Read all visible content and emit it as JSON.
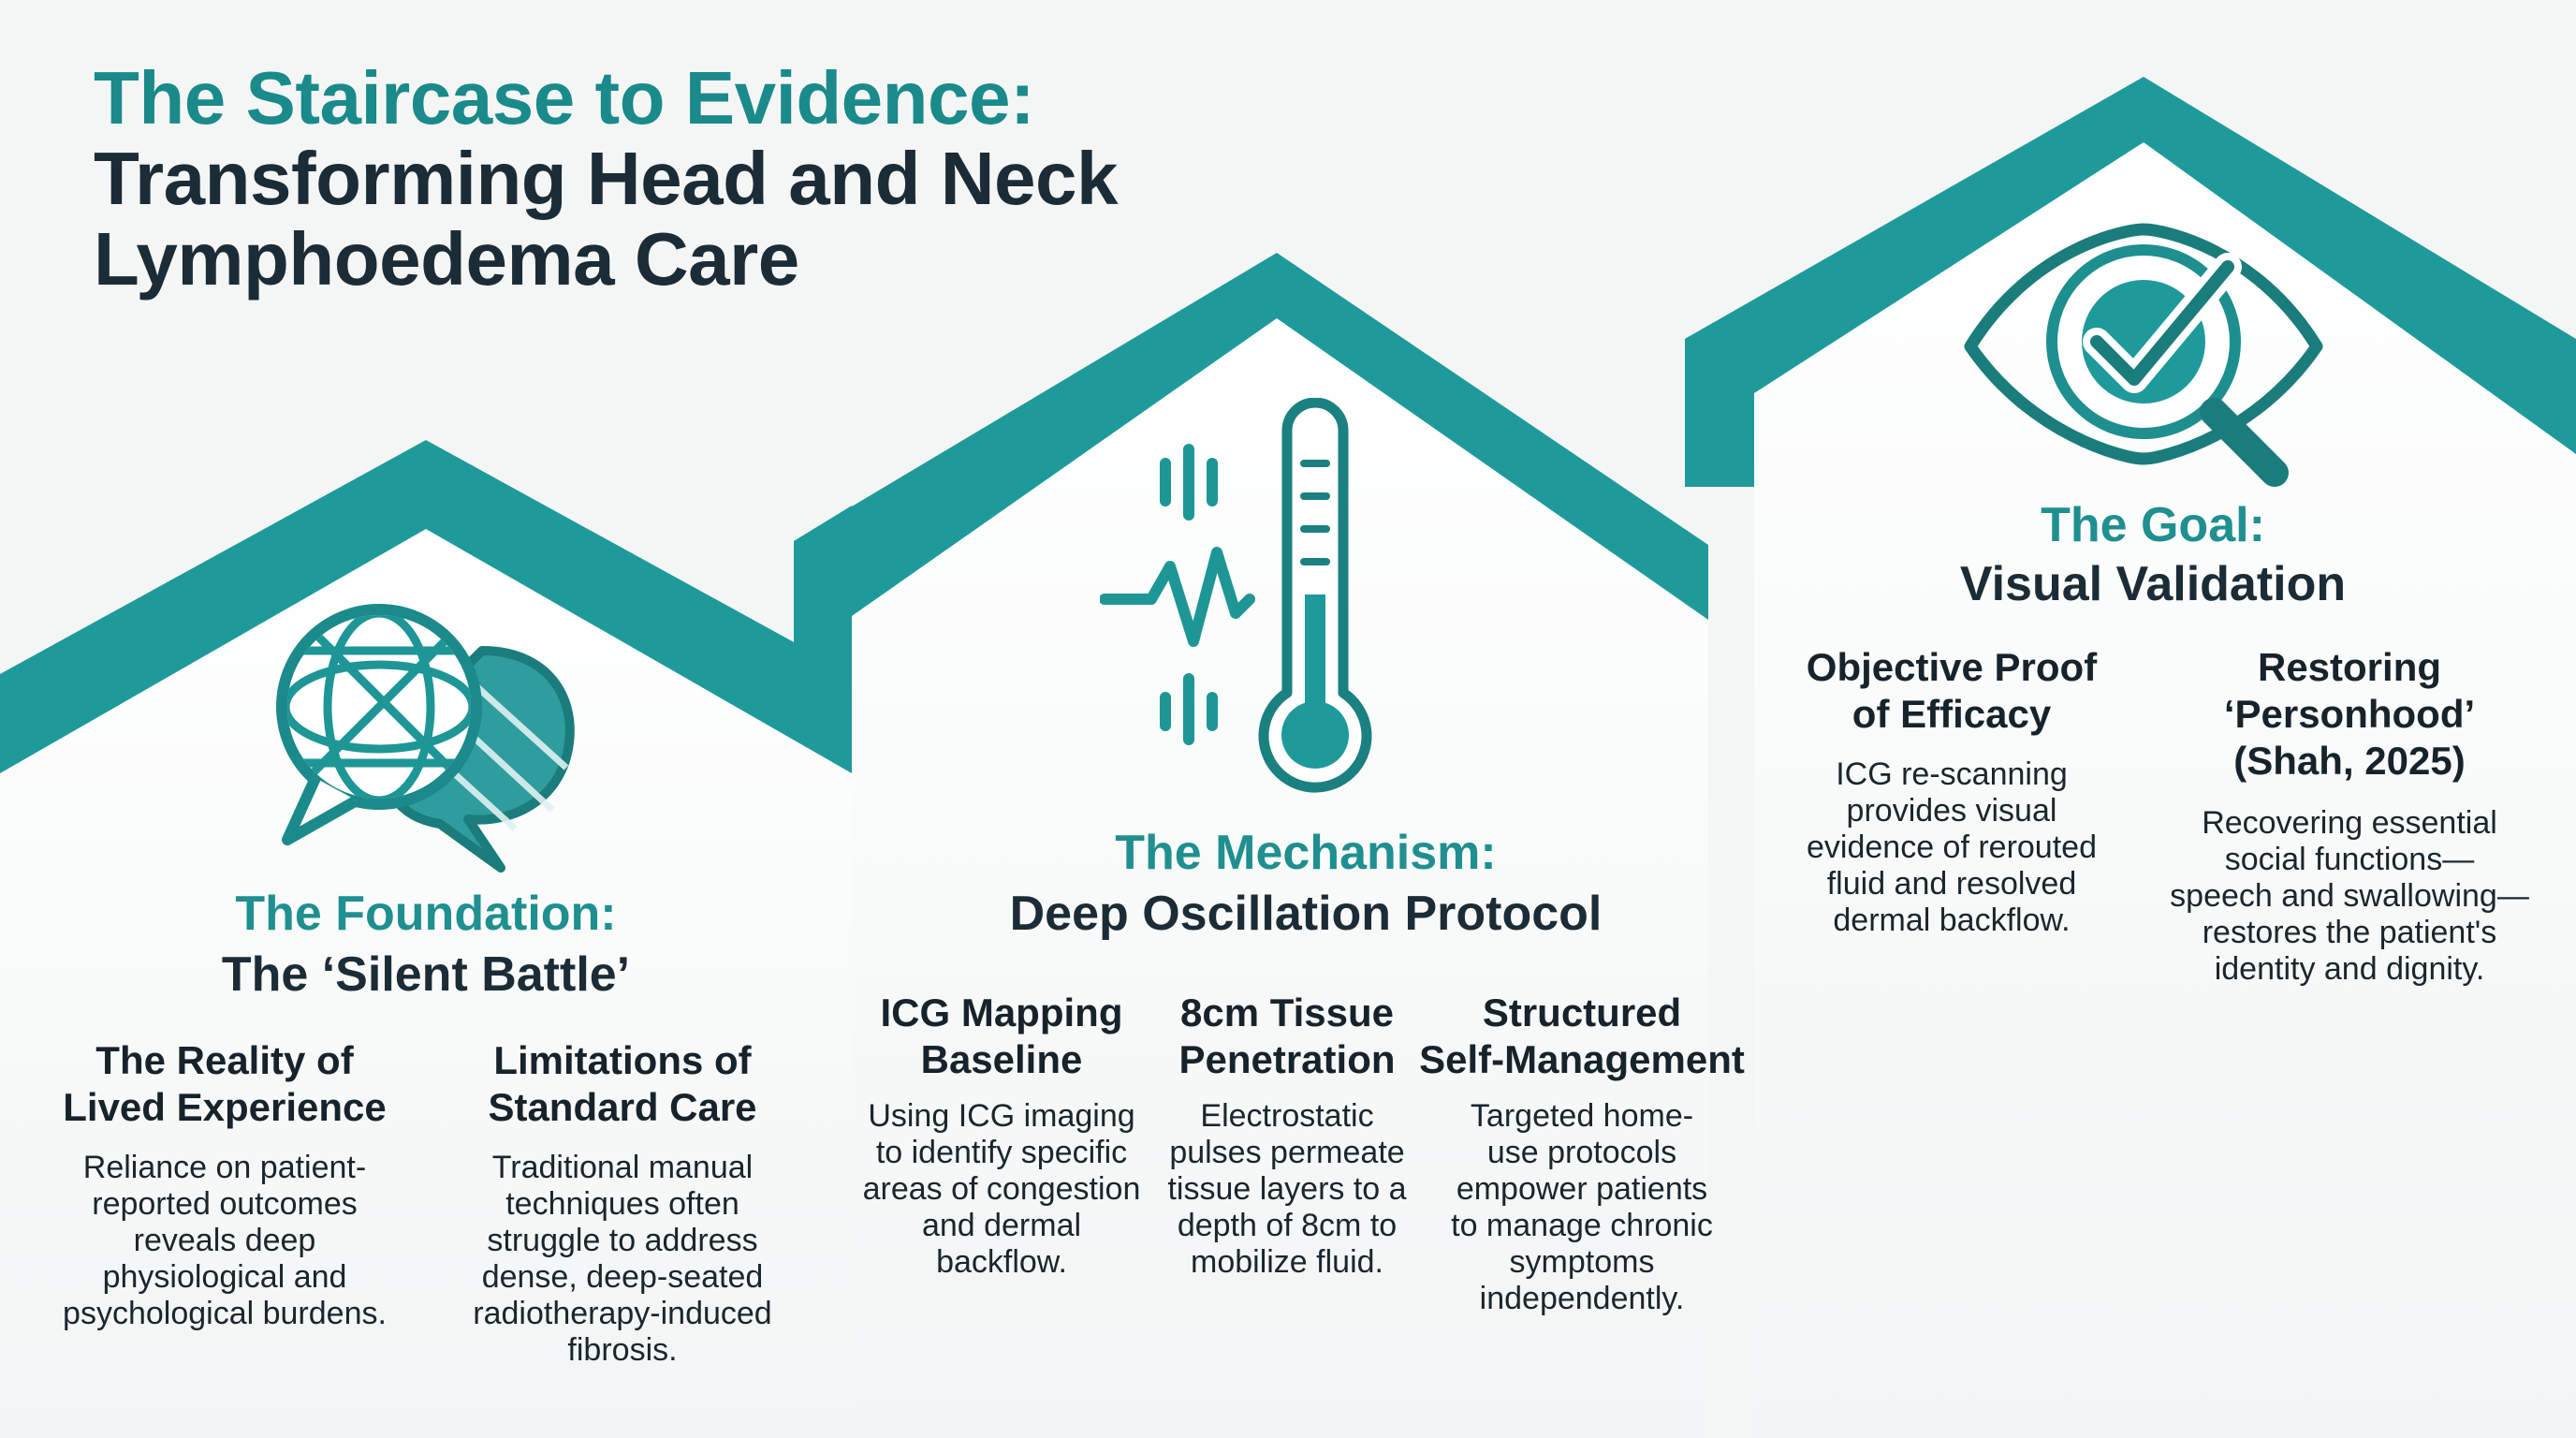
{
  "title": {
    "line1": "The Staircase to Evidence:",
    "line2": "Transforming Head and Neck",
    "line3": "Lymphoedema Care"
  },
  "steps": [
    {
      "heading_accent": "The Foundation:",
      "heading_main": "The ‘Silent Battle’",
      "icon": "speech-bubbles-icon",
      "columns": [
        {
          "title": [
            "The Reality of",
            "Lived Experience"
          ],
          "body": [
            "Reliance on patient-",
            "reported outcomes",
            "reveals deep",
            "physiological and",
            "psychological burdens."
          ]
        },
        {
          "title": [
            "Limitations of",
            "Standard Care"
          ],
          "body": [
            "Traditional manual",
            "techniques often",
            "struggle to address",
            "dense, deep-seated",
            "radiotherapy-induced",
            "fibrosis."
          ]
        }
      ]
    },
    {
      "heading_accent": "The Mechanism:",
      "heading_main": "Deep Oscillation Protocol",
      "icon": "thermometer-pulse-icon",
      "columns": [
        {
          "title": [
            "ICG Mapping",
            "Baseline"
          ],
          "body": [
            "Using ICG imaging",
            "to identify specific",
            "areas of congestion",
            "and dermal",
            "backflow."
          ]
        },
        {
          "title": [
            "8cm Tissue",
            "Penetration"
          ],
          "body": [
            "Electrostatic",
            "pulses permeate",
            "tissue layers to a",
            "depth of 8cm to",
            "mobilize fluid."
          ]
        },
        {
          "title": [
            "Structured",
            "Self-Management"
          ],
          "body": [
            "Targeted home-",
            "use protocols",
            "empower patients",
            "to manage chronic",
            "symptoms",
            "independently."
          ]
        }
      ]
    },
    {
      "heading_accent": "The Goal:",
      "heading_main": "Visual Validation",
      "icon": "eye-check-magnifier-icon",
      "columns": [
        {
          "title": [
            "Objective Proof",
            "of Efficacy"
          ],
          "body": [
            "ICG re-scanning",
            "provides visual",
            "evidence of rerouted",
            "fluid and resolved",
            "dermal backflow."
          ]
        },
        {
          "title": [
            "Restoring",
            "‘Personhood’",
            "(Shah, 2025)"
          ],
          "body": [
            "Recovering essential",
            "social functions—",
            "speech and swallowing—",
            "restores the patient's",
            "identity and dignity."
          ]
        }
      ]
    }
  ],
  "colors": {
    "teal": "#1e9a9a",
    "teal_dark": "#137a7a",
    "panel_white": "#ffffff",
    "panel_light": "#f7f9f9",
    "background": "#f4f6f5",
    "accent_text": "#1f8f8f",
    "dark_text": "#1c2c36"
  }
}
